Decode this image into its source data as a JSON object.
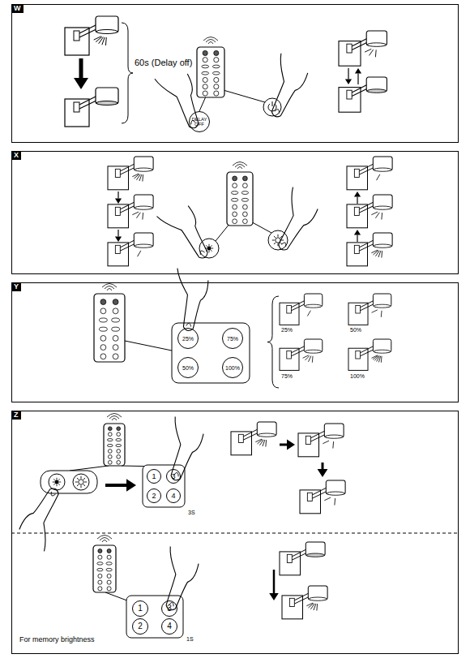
{
  "diagram": {
    "nodes": [
      {
        "text": [
          "W"
        ]
      },
      {
        "text": [
          "DELAY OFF"
        ],
        "in": 0
      },
      {
        "text": [
          "X"
        ]
      },
      {
        "text": [
          "Y"
        ]
      },
      {
        "text": [
          "25%"
        ],
        "in": 3
      },
      {
        "text": [
          "75%"
        ],
        "in": 3
      },
      {
        "text": [
          "50%"
        ],
        "in": 3
      },
      {
        "text": [
          "100%"
        ],
        "in": 3
      },
      {
        "text": [
          "Z"
        ]
      },
      {
        "text": [
          "1"
        ],
        "in": 8
      },
      {
        "text": [
          "3"
        ],
        "in": 8
      },
      {
        "text": [
          "2"
        ],
        "in": 8
      },
      {
        "text": [
          "4"
        ],
        "in": 8
      },
      {
        "text": [
          "1"
        ],
        "in": 8
      },
      {
        "text": [
          "3"
        ],
        "in": 8
      },
      {
        "text": [
          "2"
        ],
        "in": 8
      },
      {
        "text": [
          "4"
        ],
        "in": 8
      }
    ],
    "labels": [
      "60s (Delay off)",
      "25%",
      "50%",
      "75%",
      "100%",
      "3S",
      "1S",
      "For memory brightness"
    ]
  }
}
